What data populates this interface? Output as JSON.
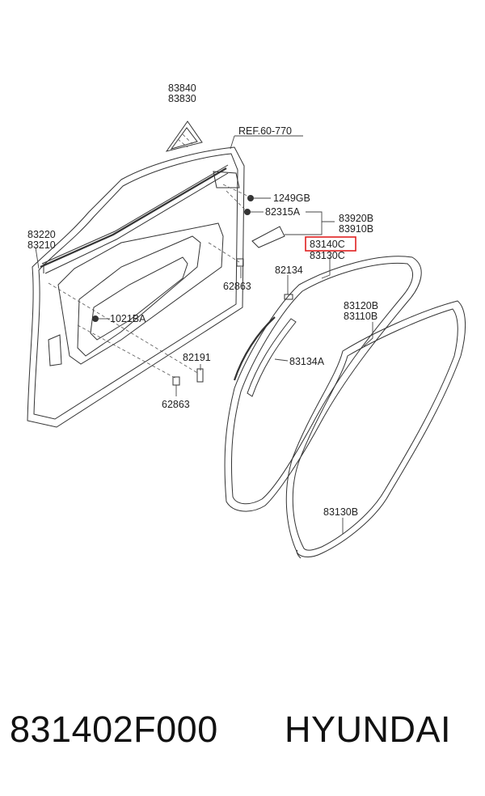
{
  "labels": {
    "p83840": "83840",
    "p83830": "83830",
    "ref": "REF.60-770",
    "p1249gb": "1249GB",
    "p82315a": "82315A",
    "p83920b": "83920B",
    "p83910b": "83910B",
    "p83220": "83220",
    "p83210": "83210",
    "p83140c": "83140C",
    "p83130c": "83130C",
    "p82134": "82134",
    "p62863a": "62863",
    "p1021ba": "1021BA",
    "p83120b": "83120B",
    "p83110b": "83110B",
    "p83134a": "83134A",
    "p82191": "82191",
    "p62863b": "62863",
    "p83130b": "83130B"
  },
  "caption": {
    "part_number": "831402F000",
    "brand": "HYUNDAI"
  },
  "highlight_color": "#e02020"
}
